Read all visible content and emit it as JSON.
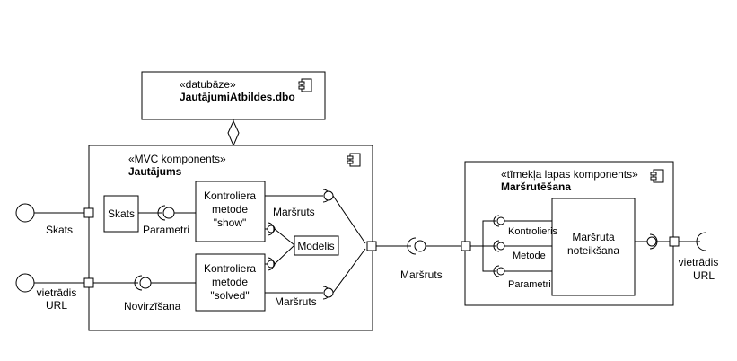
{
  "database": {
    "stereotype": "«datubāze»",
    "name": "JautājumiAtbildes.dbo"
  },
  "mvc": {
    "stereotype": "«MVC komponents»",
    "name": "Jautājums",
    "skats_box": "Skats",
    "ctrl_show": [
      "Kontroliera",
      "metode",
      "\"show\""
    ],
    "ctrl_solved": [
      "Kontroliera",
      "metode",
      "\"solved\""
    ],
    "modelis": "Modelis",
    "parametri": "Parametri",
    "novirzisana": "Novirzīšana",
    "marsruts_top": "Maršruts",
    "marsruts_bottom": "Maršruts"
  },
  "external": {
    "skats": "Skats",
    "url": [
      "vietrādis",
      "URL"
    ],
    "marsruts_mid": "Maršruts",
    "url_right": [
      "vietrādis",
      "URL"
    ]
  },
  "web": {
    "stereotype": "«tīmekļa lapas komponents»",
    "name": "Maršrutēšana",
    "inner": [
      "Maršruta",
      "noteikšana"
    ],
    "kontrolieris": "Kontrolieris",
    "metode": "Metode",
    "parametri": "Parametri"
  }
}
